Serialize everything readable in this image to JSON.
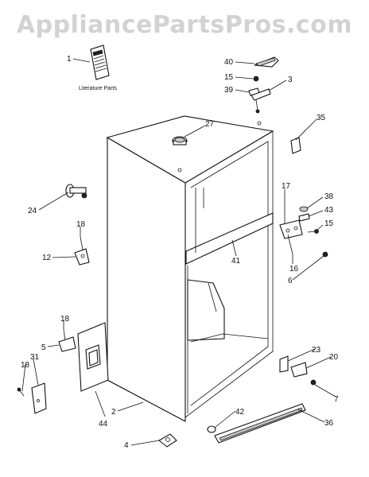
{
  "watermark": "AppliancePartsPros.com",
  "literature_label": "Literature Parts",
  "callouts": [
    {
      "id": "c1",
      "label": "1"
    },
    {
      "id": "c40",
      "label": "40"
    },
    {
      "id": "c15a",
      "label": "15"
    },
    {
      "id": "c3",
      "label": "3"
    },
    {
      "id": "c39a",
      "label": "39"
    },
    {
      "id": "c27",
      "label": "27"
    },
    {
      "id": "c35",
      "label": "35"
    },
    {
      "id": "c17",
      "label": "17"
    },
    {
      "id": "c38",
      "label": "38"
    },
    {
      "id": "c43",
      "label": "43"
    },
    {
      "id": "c15b",
      "label": "15"
    },
    {
      "id": "c24",
      "label": "24"
    },
    {
      "id": "c18a",
      "label": "18"
    },
    {
      "id": "c12",
      "label": "12"
    },
    {
      "id": "c41",
      "label": "41"
    },
    {
      "id": "c16",
      "label": "16"
    },
    {
      "id": "c6",
      "label": "6"
    },
    {
      "id": "c18b",
      "label": "18"
    },
    {
      "id": "c5",
      "label": "5"
    },
    {
      "id": "c31",
      "label": "31"
    },
    {
      "id": "c18c",
      "label": "18"
    },
    {
      "id": "c23",
      "label": "23"
    },
    {
      "id": "c20",
      "label": "20"
    },
    {
      "id": "c7",
      "label": "7"
    },
    {
      "id": "c2",
      "label": "2"
    },
    {
      "id": "c44",
      "label": "44"
    },
    {
      "id": "c42",
      "label": "42"
    },
    {
      "id": "c36",
      "label": "36"
    },
    {
      "id": "c4",
      "label": "4"
    }
  ]
}
